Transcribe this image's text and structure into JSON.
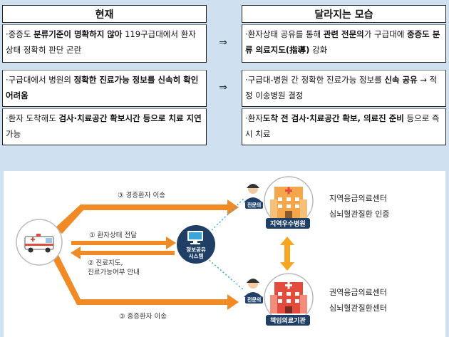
{
  "table": {
    "header_left": "현재",
    "header_right": "달라지는 모습",
    "arrow_symbol": "⇒",
    "rows": [
      {
        "left": [
          {
            "t": "·중증도 ",
            "b": false
          },
          {
            "t": "분류기준이 명확하지 않아",
            "b": true
          },
          {
            "t": " 119구급대에서 환자상태 정확히 판단 곤란",
            "b": false
          }
        ],
        "right": [
          {
            "t": "·환자상태 공유를 통해 ",
            "b": false
          },
          {
            "t": "관련 전문의",
            "b": true
          },
          {
            "t": "가 구급대에 ",
            "b": false
          },
          {
            "t": "중증도 분류 의료지도(指導)",
            "b": true
          },
          {
            "t": " 강화",
            "b": false
          }
        ]
      },
      {
        "left": [
          {
            "t": "·구급대에서 병원의 ",
            "b": false
          },
          {
            "t": "정확한 진료가능 정보를 신속히 확인 어려움",
            "b": true
          }
        ],
        "right": [
          {
            "t": "·구급대-병원 간 정확한 진료가능 정보를 ",
            "b": false
          },
          {
            "t": "신속 공유",
            "b": true
          },
          {
            "t": " → 적정 이송병원 결정",
            "b": false
          }
        ]
      },
      {
        "left": [
          {
            "t": "·환자 도착해도 ",
            "b": false
          },
          {
            "t": "검사·치료공간 확보시간 등으로 치료 지연",
            "b": true
          },
          {
            "t": " 가능",
            "b": false
          }
        ],
        "right": [
          {
            "t": "·환자",
            "b": false
          },
          {
            "t": "도착 전 검사·치료공간 확보, 의료진 준비",
            "b": true
          },
          {
            "t": " 등으로 즉시 치료",
            "b": false
          }
        ]
      }
    ]
  },
  "diagram": {
    "top_arrow_label": "③ 경증환자 이송",
    "mid_arrow_label": "① 환자상태 전달",
    "guide_label_line1": "② 진료지도,",
    "guide_label_line2": "진료가능여부 안내",
    "bottom_arrow_label": "③ 중증환자 이송",
    "system_label_line1": "정보공유",
    "system_label_line2": "시스템",
    "doctor_label": "전문의",
    "hospital_top_label": "지역우수병원",
    "hospital_bottom_label": "책임의료기관",
    "center_top_line1": "지역응급의료센터",
    "center_top_line2": "심뇌혈관질환 인증",
    "center_bottom_line1": "권역응급의료센터",
    "center_bottom_line2": "심뇌혈관질환센터",
    "colors": {
      "arrow_orange": "#f08a24",
      "bidir_orange": "#f5a623",
      "navy": "#1f3f66",
      "dotted_blue": "#3aa6d8",
      "building_orange": "#f5a64a",
      "building_red": "#e34c3c"
    }
  }
}
